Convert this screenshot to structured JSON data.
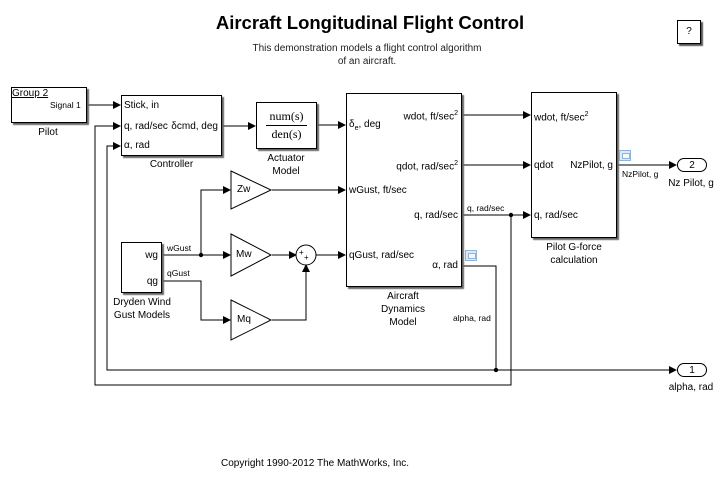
{
  "header": {
    "title": "Aircraft Longitudinal Flight Control",
    "subtitle_line1": "This demonstration models a flight control algorithm",
    "subtitle_line2": "of an aircraft.",
    "help_label": "?"
  },
  "blocks": {
    "pilot": {
      "group": "Group 2",
      "signal": "Signal 1",
      "caption": "Pilot"
    },
    "controller": {
      "inputs": [
        "Stick, in",
        "q, rad/sec",
        "α, rad"
      ],
      "output": "δcmd, deg",
      "caption": "Controller"
    },
    "actuator": {
      "num": "num(s)",
      "den": "den(s)",
      "caption_line1": "Actuator",
      "caption_line2": "Model"
    },
    "aircraft": {
      "input_delta": "δ",
      "input_delta_sub": "e",
      "input_delta_rest": ", deg",
      "inputs": [
        "wGust, ft/sec",
        "qGust, rad/sec"
      ],
      "outputs": [
        "wdot, ft/sec",
        "qdot, rad/sec",
        "q, rad/sec",
        "α, rad"
      ],
      "sup": "2",
      "caption_line1": "Aircraft",
      "caption_line2": "Dynamics",
      "caption_line3": "Model"
    },
    "pilot_gforce": {
      "inputs": [
        "wdot, ft/sec",
        "qdot",
        "q, rad/sec"
      ],
      "sup": "2",
      "output": "NzPilot, g",
      "caption_line1": "Pilot G-force",
      "caption_line2": "calculation"
    },
    "dryden": {
      "outputs": [
        "wg",
        "qg"
      ],
      "caption_line1": "Dryden Wind",
      "caption_line2": "Gust Models"
    },
    "gains": {
      "zw": "Zw",
      "mw": "Mw",
      "mq": "Mq"
    },
    "sum": {
      "signs": [
        "+",
        "+"
      ]
    },
    "outport_nz": {
      "number": "2",
      "caption": "Nz Pilot, g"
    },
    "outport_alpha": {
      "number": "1",
      "caption": "alpha, rad"
    }
  },
  "signals": {
    "wgust": "wGust",
    "qgust": "qGust",
    "q": "q, rad/sec",
    "alpha": "alpha, rad",
    "nzpilot": "NzPilot, g"
  },
  "footer": {
    "copyright": "Copyright 1990-2012 The MathWorks, Inc."
  }
}
